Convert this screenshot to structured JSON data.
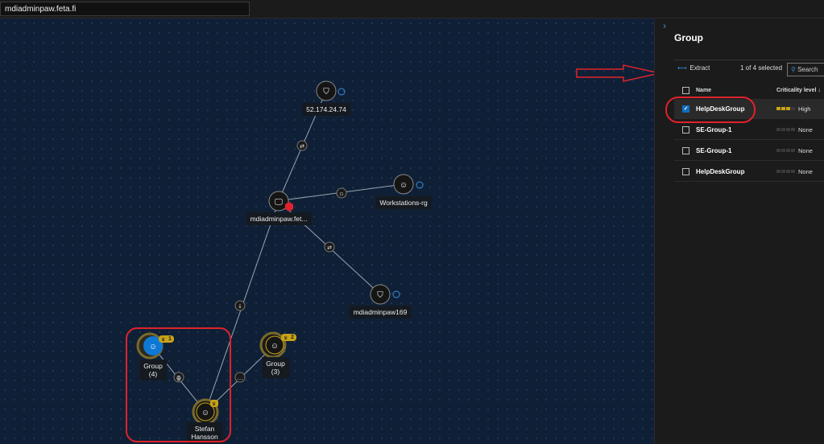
{
  "topbar": {
    "address": "mdiadminpaw.feta.fi"
  },
  "graph": {
    "nodes": [
      {
        "label": "52.174.24.74",
        "icon": "shield-icon"
      },
      {
        "label": "mdiadminpaw.fet...",
        "icon": "computer-icon"
      },
      {
        "label": "Workstations-rg",
        "icon": "user-icon"
      },
      {
        "label": "mdiadminpaw169",
        "icon": "shield-icon"
      },
      {
        "label_line1": "Group",
        "label_line2": "(4)",
        "badge": "1",
        "icon": "user-icon"
      },
      {
        "label_line1": "Group",
        "label_line2": "(3)",
        "badge": "2",
        "icon": "user-icon"
      },
      {
        "label_line1": "Stefan",
        "label_line2": "Hansson",
        "icon": "user-icon"
      }
    ]
  },
  "panel": {
    "title": "Group",
    "extract": "Extract",
    "selected": "1 of 4 selected",
    "search": "Search",
    "columns": {
      "name": "Name",
      "criticality": "Criticality level ↓"
    },
    "rows": [
      {
        "name": "HelpDeskGroup",
        "criticality": "High",
        "level": 3,
        "checked": true
      },
      {
        "name": "SE-Group-1",
        "criticality": "None",
        "level": 0,
        "checked": false
      },
      {
        "name": "SE-Group-1",
        "criticality": "None",
        "level": 0,
        "checked": false
      },
      {
        "name": "HelpDeskGroup",
        "criticality": "None",
        "level": 0,
        "checked": false
      }
    ]
  },
  "colors": {
    "accent": "#0f6cbd",
    "highlight": "#e0222a",
    "gold": "#c8a416"
  }
}
